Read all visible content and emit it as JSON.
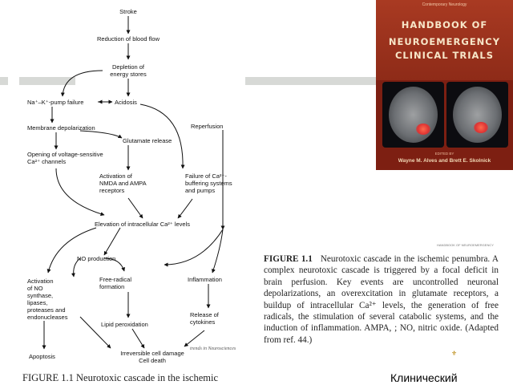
{
  "flowchart": {
    "nodes": {
      "stroke": "Stroke",
      "reduction": "Reduction of blood flow",
      "depletion": "Depletion of\nenergy stores",
      "pump": "Na⁺–K⁺-pump failure",
      "acidosis": "Acidosis",
      "membrane": "Membrane depolarization",
      "glutamate": "Glutamate release",
      "reperfusion": "Reperfusion",
      "opening": "Opening of voltage-sensitive\nCa²⁺ channels",
      "activation_nmda": "Activation of\nNMDA and AMPA\nreceptors",
      "failure_ca": "Failure of Ca²⁺-\nbuffering systems\nand pumps",
      "elevation": "Elevation of intracellular Ca²⁺ levels",
      "no_production": "NO production",
      "activation_no": "Activation\nof NO\nsynthase,\nlipases,\nproteases and\nendonucleases",
      "free_radical": "Free-radical\nformation",
      "inflammation": "Inflammation",
      "lipid": "Lipid peroxidation",
      "release": "Release of\ncytokines",
      "apoptosis": "Apoptosis",
      "irreversible": "Irreversible cell damage\nCell death"
    },
    "source_label": "trends in Neurosciences",
    "caption_fragment": "FIGURE 1.1    Neurotoxic cascade in the ischemic"
  },
  "book_cover": {
    "series_line": "Contemporary Neurology",
    "title_line1": "HANDBOOK OF",
    "title_line2": "NEUROEMERGENCY\nCLINICAL TRIALS",
    "edited_by": "EDITED BY",
    "editors": "Wayne M. Alves and Brett E. Skolnick"
  },
  "caption": {
    "header_tiny": "HANDBOOK OF NEUROEMERGENCY",
    "label": "FIGURE 1.1",
    "text": "Neurotoxic cascade in the ischemic penumbra. A complex neurotoxic cascade is triggered by a focal deficit in brain perfusion. Key events are uncontrolled neuronal depolarizations, an overexcitation in glutamate receptors, a buildup of intracellular Ca²⁺ levels, the generation of free radicals, the stimulation of several catabolic systems, and the induction of inflammation. AMPA, ; NO, nitric oxide. (Adapted from ref. 44.)"
  },
  "footer": {
    "text": "Клинический"
  },
  "colors": {
    "cover_bg": "#7d1f12",
    "cover_title": "#f7e6c8",
    "decor_bar": "#d7d9d6"
  }
}
